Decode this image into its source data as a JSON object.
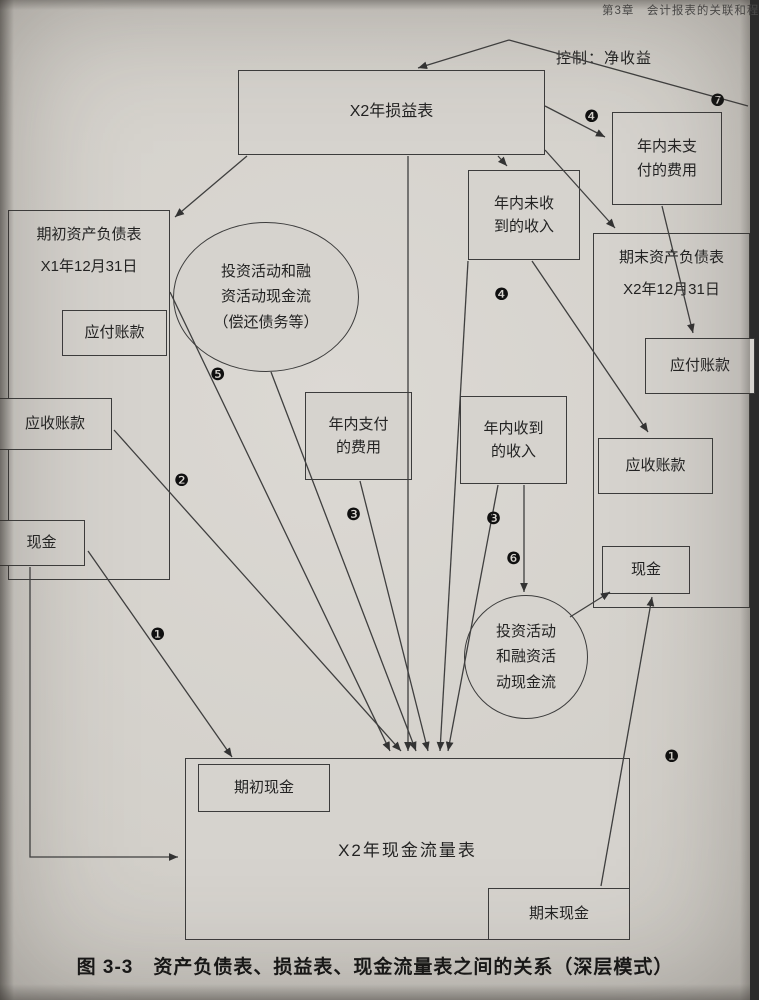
{
  "page": {
    "header": "第3章　会计报表的关联和程",
    "caption": "图 3-3　资产负债表、损益表、现金流量表之间的关系（深层模式）"
  },
  "diagram": {
    "control_label": "控制：净收益",
    "income_statement": "X2年损益表",
    "unpaid_expenses": "年内未支付的费用",
    "unreceived_revenue": "年内未收到的收入",
    "paid_expenses": "年内支付的费用",
    "received_revenue": "年内收到的收入",
    "beginning_bs": {
      "title": "期初资产负债表",
      "date": "X1年12月31日",
      "accounts_payable": "应付账款",
      "accounts_receivable": "应收账款",
      "cash": "现金"
    },
    "ending_bs": {
      "title": "期末资产负债表",
      "date": "X2年12月31日",
      "accounts_payable": "应付账款",
      "accounts_receivable": "应收账款",
      "cash": "现金"
    },
    "invest_finance_ellipse": [
      "投资活动和融",
      "资活动现金流",
      "（偿还债务等）"
    ],
    "invest_finance_circle": [
      "投资活动",
      "和融资活",
      "动现金流"
    ],
    "cash_flow_statement": "X2年现金流量表",
    "beginning_cash": "期初现金",
    "ending_cash": "期末现金",
    "markers": {
      "m1": "❹",
      "m2": "❼",
      "m3": "❹",
      "m4": "❺",
      "m5": "❷",
      "m6": "❸",
      "m7": "❸",
      "m8": "❻",
      "m9": "❶",
      "m10": "❶"
    }
  }
}
